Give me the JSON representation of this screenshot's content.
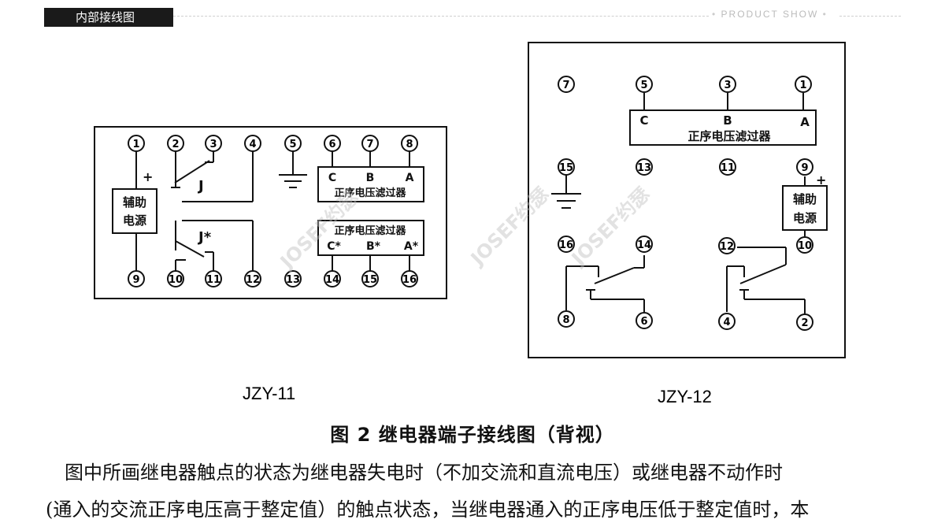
{
  "header": {
    "tab_label": "内部接线图",
    "right_label": "PRODUCT SHOW"
  },
  "watermark_text": "JOSEF约瑟",
  "diagram_left": {
    "caption": "JZY-11",
    "terminals_top": [
      "1",
      "2",
      "3",
      "4",
      "5",
      "6",
      "7",
      "8"
    ],
    "terminals_bottom": [
      "9",
      "10",
      "11",
      "12",
      "13",
      "14",
      "15",
      "16"
    ],
    "aux_power": [
      "辅助",
      "电源"
    ],
    "plus": "+",
    "relay_j": "J",
    "relay_j_star": "J*",
    "filter1": {
      "c": "C",
      "b": "B",
      "a": "A",
      "name": "正序电压滤过器"
    },
    "filter2": {
      "name": "正序电压滤过器",
      "c": "C*",
      "b": "B*",
      "a": "A*"
    }
  },
  "diagram_right": {
    "caption": "JZY-12",
    "terminals": [
      "7",
      "5",
      "3",
      "1",
      "15",
      "13",
      "11",
      "9",
      "16",
      "14",
      "12",
      "10",
      "8",
      "6",
      "4",
      "2"
    ],
    "filter": {
      "c": "C",
      "b": "B",
      "a": "A",
      "name": "正序电压滤过器"
    },
    "aux_power": [
      "辅助",
      "电源"
    ],
    "plus": "+"
  },
  "figure_title": "图 2  继电器端子接线图（背视）",
  "body_text": [
    "图中所画继电器触点的状态为继电器失电时（不加交流和直流电压）或继电器不动作时",
    "(通入的交流正序电压高于整定值）的触点状态，当继电器通入的正序电压低于整定值时，本"
  ]
}
